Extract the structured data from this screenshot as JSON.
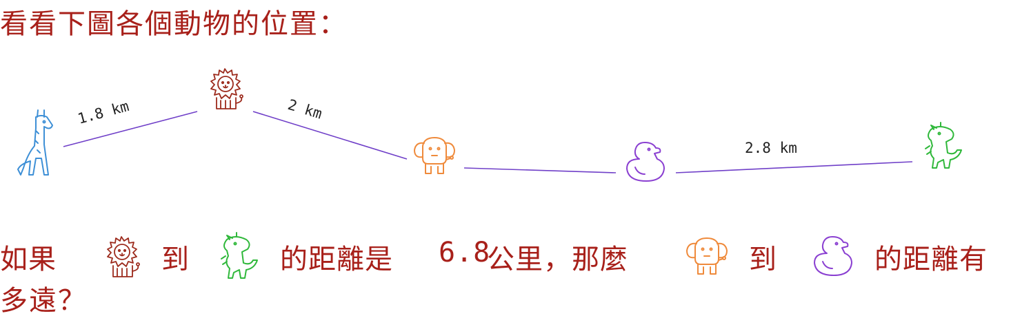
{
  "title": "看看下圖各個動物的位置：",
  "animals": [
    {
      "name": "giraffe",
      "icon": "giraffe-icon",
      "color": "#3d8fd6"
    },
    {
      "name": "lion",
      "icon": "lion-icon",
      "color": "#9c2a1c"
    },
    {
      "name": "elephant",
      "icon": "elephant-icon",
      "color": "#ef8a3b"
    },
    {
      "name": "duck",
      "icon": "duck-icon",
      "color": "#8a3fd1"
    },
    {
      "name": "dinosaur",
      "icon": "dinosaur-icon",
      "color": "#2fb83a"
    }
  ],
  "line_color": "#6f3fc8",
  "distances": {
    "giraffe_lion": "1.8 km",
    "lion_elephant": "2 km",
    "duck_dinosaur": "2.8 km"
  },
  "question": {
    "part1": "如果",
    "part2": "到",
    "part3": "的距離是",
    "number": "6.8",
    "part4": "公里，那麼",
    "part5": "到",
    "part6": "的距離有",
    "part7": "多遠？"
  }
}
